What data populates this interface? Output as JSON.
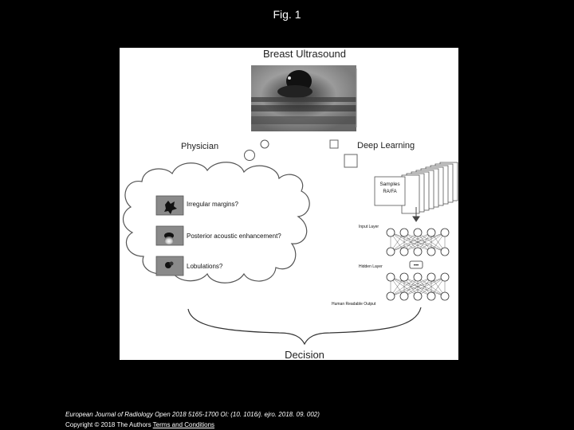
{
  "figure": {
    "title": "Fig. 1"
  },
  "diagram": {
    "heading": "Breast Ultrasound",
    "left_title": "Physician",
    "right_title": "Deep Learning",
    "questions": [
      "Irregular margins?",
      "Posterior acoustic enhancement?",
      "Lobulations?"
    ],
    "samples_label": "Samples",
    "samples_sub": "RA/FA",
    "input_layer": "Input Layer",
    "hidden_layer": "Hidden Layer",
    "output_layer": "Human Readable Output",
    "ellipsis": "•••",
    "decision": "Decision"
  },
  "footer": {
    "citation": "European Journal of Radiology Open 2018 5165-1700 OI: (10. 1016/j. ejro. 2018. 09. 002)",
    "copyright": "Copyright © 2018 The Authors",
    "link": "Terms and Conditions"
  }
}
